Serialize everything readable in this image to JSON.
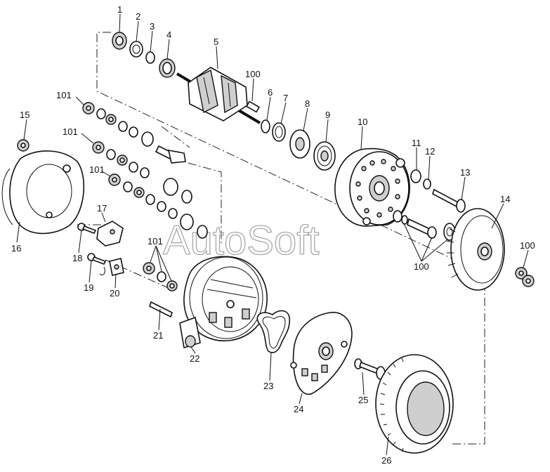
{
  "watermark": "AutoSoft",
  "callouts": {
    "c1": "1",
    "c2": "2",
    "c3": "3",
    "c4": "4",
    "c5": "5",
    "c6": "6",
    "c7": "7",
    "c8": "8",
    "c9": "9",
    "c10": "10",
    "c11": "11",
    "c12": "12",
    "c13": "13",
    "c14": "14",
    "c15": "15",
    "c16": "16",
    "c17": "17",
    "c18": "18",
    "c19": "19",
    "c20": "20",
    "c21": "21",
    "c22": "22",
    "c23": "23",
    "c24": "24",
    "c25": "25",
    "c26": "26",
    "c100a": "100",
    "c100b": "100",
    "c100c": "100",
    "c101a": "101",
    "c101b": "101",
    "c101c": "101",
    "c101d": "101"
  }
}
